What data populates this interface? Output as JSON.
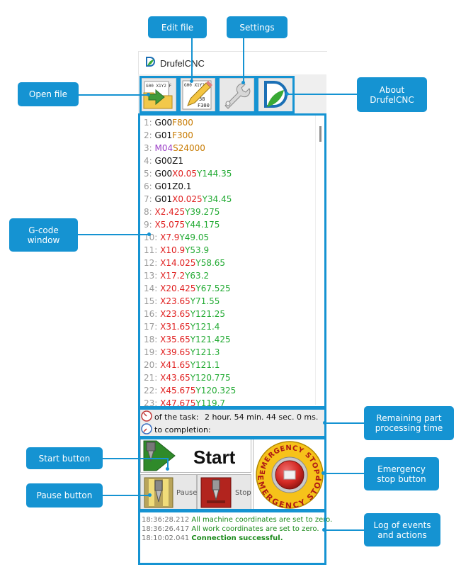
{
  "window": {
    "title": "DrufelCNC"
  },
  "callouts": {
    "open_file": "Open file",
    "edit_file": "Edit file",
    "settings": "Settings",
    "about_line1": "About",
    "about_line2": "DrufelCNC",
    "gcode_line1": "G-code",
    "gcode_line2": "window",
    "remaining_line1": "Remaining part",
    "remaining_line2": "processing time",
    "start_button": "Start button",
    "estop_line1": "Emergency",
    "estop_line2": "stop button",
    "pause_button": "Pause button",
    "log_line1": "Log of events",
    "log_line2": "and actions"
  },
  "toolbar": {
    "open_icon_text": "G00 X1Y2 F",
    "edit_icon_text": "G00 X1Y2 F",
    "edit_icon_num": "38",
    "edit_icon_f": "F300"
  },
  "gcode_lines": [
    {
      "num": "1:",
      "tokens": [
        [
          "g",
          "G00"
        ],
        [
          "f",
          "F800"
        ]
      ]
    },
    {
      "num": "2:",
      "tokens": [
        [
          "g",
          "G01"
        ],
        [
          "f",
          "F300"
        ]
      ]
    },
    {
      "num": "3:",
      "tokens": [
        [
          "m",
          "M04"
        ],
        [
          "s",
          "S24000"
        ]
      ]
    },
    {
      "num": "4:",
      "tokens": [
        [
          "g",
          "G00"
        ],
        [
          "z",
          "Z1"
        ]
      ]
    },
    {
      "num": "5:",
      "tokens": [
        [
          "g",
          "G00"
        ],
        [
          "x",
          "X0.05"
        ],
        [
          "y",
          "Y144.35"
        ]
      ]
    },
    {
      "num": "6:",
      "tokens": [
        [
          "g",
          "G01"
        ],
        [
          "z",
          "Z0.1"
        ]
      ]
    },
    {
      "num": "7:",
      "tokens": [
        [
          "g",
          "G01"
        ],
        [
          "x",
          "X0.025"
        ],
        [
          "y",
          "Y34.45"
        ]
      ]
    },
    {
      "num": "8:",
      "tokens": [
        [
          "x",
          "X2.425"
        ],
        [
          "y",
          "Y39.275"
        ]
      ]
    },
    {
      "num": "9:",
      "tokens": [
        [
          "x",
          "X5.075"
        ],
        [
          "y",
          "Y44.175"
        ]
      ]
    },
    {
      "num": "10:",
      "tokens": [
        [
          "x",
          "X7.9"
        ],
        [
          "y",
          "Y49.05"
        ]
      ]
    },
    {
      "num": "11:",
      "tokens": [
        [
          "x",
          "X10.9"
        ],
        [
          "y",
          "Y53.9"
        ]
      ]
    },
    {
      "num": "12:",
      "tokens": [
        [
          "x",
          "X14.025"
        ],
        [
          "y",
          "Y58.65"
        ]
      ]
    },
    {
      "num": "13:",
      "tokens": [
        [
          "x",
          "X17.2"
        ],
        [
          "y",
          "Y63.2"
        ]
      ]
    },
    {
      "num": "14:",
      "tokens": [
        [
          "x",
          "X20.425"
        ],
        [
          "y",
          "Y67.525"
        ]
      ]
    },
    {
      "num": "15:",
      "tokens": [
        [
          "x",
          "X23.65"
        ],
        [
          "y",
          "Y71.55"
        ]
      ]
    },
    {
      "num": "16:",
      "tokens": [
        [
          "x",
          "X23.65"
        ],
        [
          "y",
          "Y121.25"
        ]
      ]
    },
    {
      "num": "17:",
      "tokens": [
        [
          "x",
          "X31.65"
        ],
        [
          "y",
          "Y121.4"
        ]
      ]
    },
    {
      "num": "18:",
      "tokens": [
        [
          "x",
          "X35.65"
        ],
        [
          "y",
          "Y121.425"
        ]
      ]
    },
    {
      "num": "19:",
      "tokens": [
        [
          "x",
          "X39.65"
        ],
        [
          "y",
          "Y121.3"
        ]
      ]
    },
    {
      "num": "20:",
      "tokens": [
        [
          "x",
          "X41.65"
        ],
        [
          "y",
          "Y121.1"
        ]
      ]
    },
    {
      "num": "21:",
      "tokens": [
        [
          "x",
          "X43.65"
        ],
        [
          "y",
          "Y120.775"
        ]
      ]
    },
    {
      "num": "22:",
      "tokens": [
        [
          "x",
          "X45.675"
        ],
        [
          "y",
          "Y120.325"
        ]
      ]
    },
    {
      "num": "23:",
      "tokens": [
        [
          "x",
          "X47.675"
        ],
        [
          "y",
          "Y119.7"
        ]
      ]
    }
  ],
  "time": {
    "task_label": "of the task:",
    "task_value": "2 hour. 54 min. 44 sec. 0 ms.",
    "completion_label": "to completion:"
  },
  "controls": {
    "start_label": "Start",
    "pause_label": "Pause",
    "stop_label": "Stop",
    "estop_top_text": "EMERGENCY STOP",
    "estop_bottom_text": "EMERGENCY STOP"
  },
  "log": [
    {
      "time": "18:36:28.212",
      "msg": "All machine coordinates are set to zero.",
      "bold": false
    },
    {
      "time": "18:36:26.417",
      "msg": "All work coordinates are set to zero.",
      "bold": false
    },
    {
      "time": "18:10:02.041",
      "msg": "Connection successful.",
      "bold": true
    }
  ],
  "colors": {
    "accent": "#1593d2",
    "gcode_x": "#e02020",
    "gcode_y": "#22aa33",
    "gcode_f": "#c77a00",
    "gcode_m": "#9b3fc7",
    "log_msg": "#1a8a1a",
    "estop_yellow": "#f6c21a",
    "estop_red": "#d42a24"
  }
}
